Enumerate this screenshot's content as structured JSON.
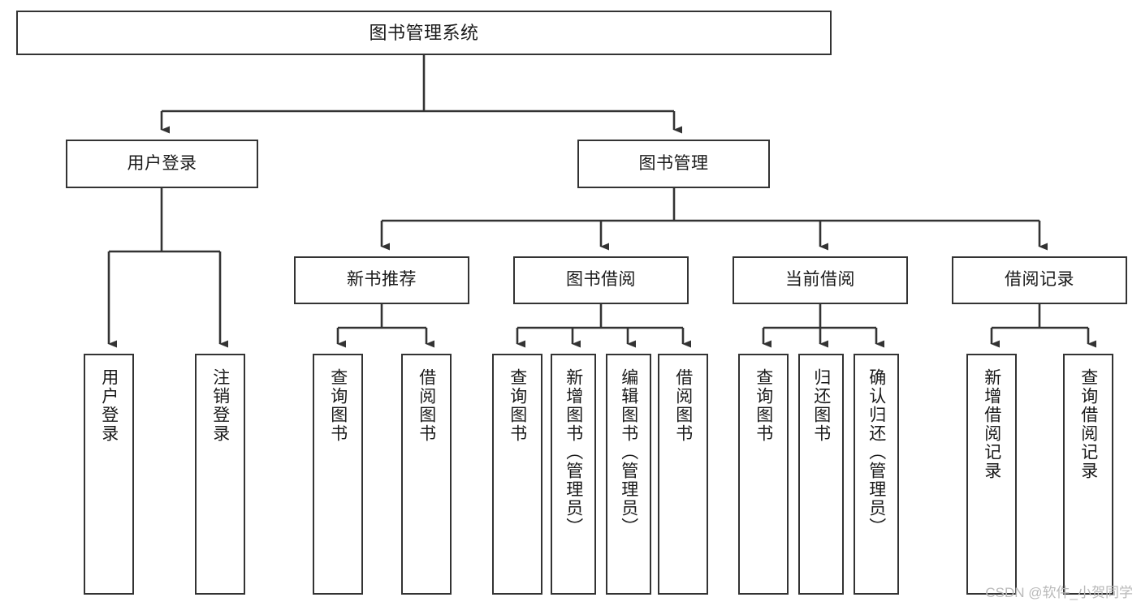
{
  "diagram": {
    "type": "tree",
    "title": "图书管理系统",
    "colors": {
      "node_border": "#333333",
      "node_fill": "#ffffff",
      "connector": "#333333",
      "text": "#1a1a1a",
      "watermark": "#b9b9b9",
      "background": "#ffffff"
    },
    "nodes": {
      "root": {
        "label": "图书管理系统",
        "level": 1
      },
      "user_login": {
        "label": "用户登录",
        "level": 2
      },
      "book_manage": {
        "label": "图书管理",
        "level": 2
      },
      "new_book_rec": {
        "label": "新书推荐",
        "level": 3
      },
      "book_borrow": {
        "label": "图书借阅",
        "level": 3
      },
      "current_borrow": {
        "label": "当前借阅",
        "level": 3
      },
      "borrow_record": {
        "label": "借阅记录",
        "level": 3
      },
      "leaf_user_login": {
        "label": "用户登录",
        "level": 4
      },
      "leaf_logout_login": {
        "label": "注销登录",
        "level": 4
      },
      "leaf_query_book_1": {
        "label": "查询图书",
        "level": 4
      },
      "leaf_borrow_book_1": {
        "label": "借阅图书",
        "level": 4
      },
      "leaf_query_book_2": {
        "label": "查询图书",
        "level": 4
      },
      "leaf_add_book": {
        "label": "新增图书（管理员）",
        "level": 4
      },
      "leaf_edit_book": {
        "label": "编辑图书（管理员）",
        "level": 4
      },
      "leaf_borrow_book_2": {
        "label": "借阅图书",
        "level": 4
      },
      "leaf_query_book_3": {
        "label": "查询图书",
        "level": 4
      },
      "leaf_return_book": {
        "label": "归还图书",
        "level": 4
      },
      "leaf_confirm_return": {
        "label": "确认归还（管理员）",
        "level": 4
      },
      "leaf_add_record": {
        "label": "新增借阅记录",
        "level": 4
      },
      "leaf_query_record": {
        "label": "查询借阅记录",
        "level": 4
      }
    },
    "edges": [
      {
        "from": "root",
        "to": "user_login"
      },
      {
        "from": "root",
        "to": "book_manage"
      },
      {
        "from": "user_login",
        "to": "leaf_user_login"
      },
      {
        "from": "user_login",
        "to": "leaf_logout_login"
      },
      {
        "from": "book_manage",
        "to": "new_book_rec"
      },
      {
        "from": "book_manage",
        "to": "book_borrow"
      },
      {
        "from": "book_manage",
        "to": "current_borrow"
      },
      {
        "from": "book_manage",
        "to": "borrow_record"
      },
      {
        "from": "new_book_rec",
        "to": "leaf_query_book_1"
      },
      {
        "from": "new_book_rec",
        "to": "leaf_borrow_book_1"
      },
      {
        "from": "book_borrow",
        "to": "leaf_query_book_2"
      },
      {
        "from": "book_borrow",
        "to": "leaf_add_book"
      },
      {
        "from": "book_borrow",
        "to": "leaf_edit_book"
      },
      {
        "from": "book_borrow",
        "to": "leaf_borrow_book_2"
      },
      {
        "from": "current_borrow",
        "to": "leaf_query_book_3"
      },
      {
        "from": "current_borrow",
        "to": "leaf_return_book"
      },
      {
        "from": "current_borrow",
        "to": "leaf_confirm_return"
      },
      {
        "from": "borrow_record",
        "to": "leaf_add_record"
      },
      {
        "from": "borrow_record",
        "to": "leaf_query_record"
      }
    ]
  },
  "watermark": {
    "text": "CSDN @软件_小贺同学"
  }
}
